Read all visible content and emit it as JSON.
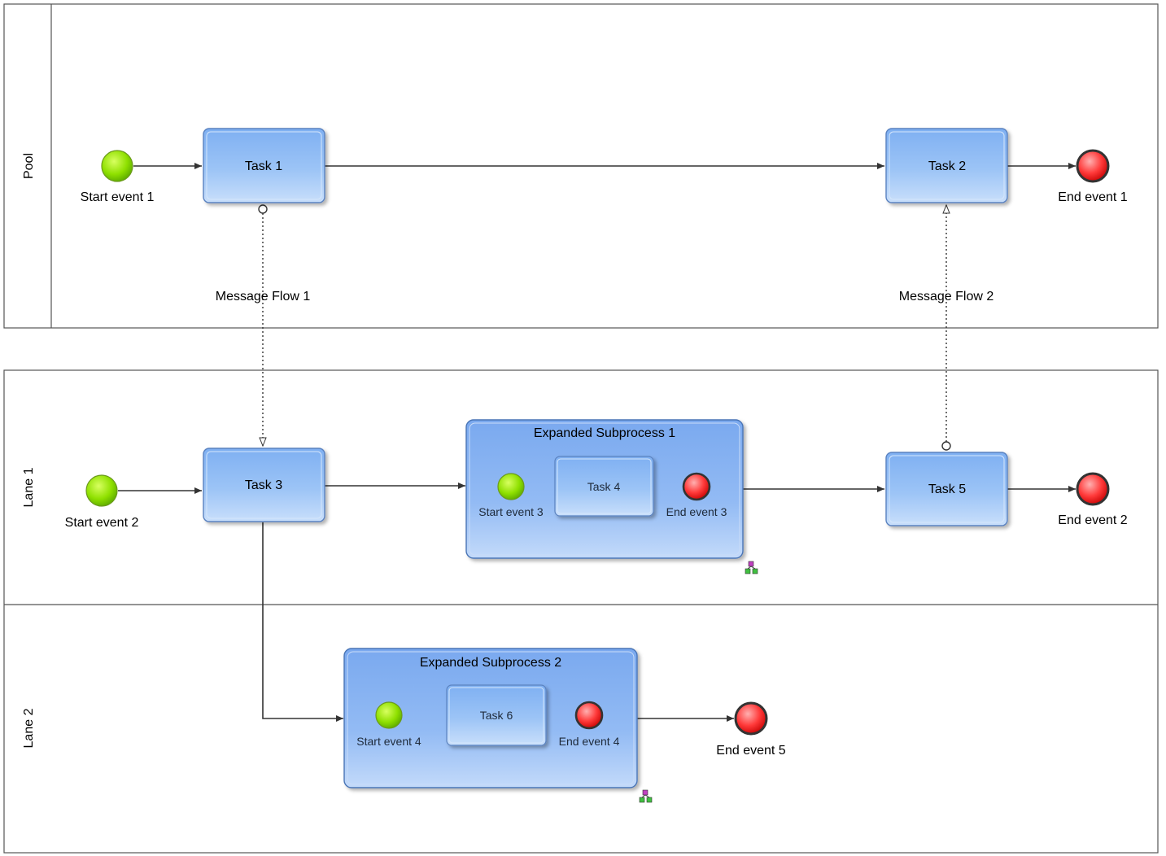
{
  "pool": {
    "label": "Pool"
  },
  "lanes": [
    {
      "label": "Lane 1"
    },
    {
      "label": "Lane 2"
    }
  ],
  "tasks": {
    "task1": "Task 1",
    "task2": "Task 2",
    "task3": "Task 3",
    "task4": "Task 4",
    "task5": "Task 5",
    "task6": "Task 6"
  },
  "subprocesses": {
    "sub1": "Expanded Subprocess 1",
    "sub2": "Expanded Subprocess 2"
  },
  "events": {
    "start1": "Start event 1",
    "start2": "Start event 2",
    "start3": "Start event 3",
    "start4": "Start event 4",
    "end1": "End event 1",
    "end2": "End event 2",
    "end3": "End event 3",
    "end4": "End event 4",
    "end5": "End event 5"
  },
  "message_flows": {
    "mf1": "Message Flow 1",
    "mf2": "Message Flow 2"
  },
  "colors": {
    "start_event": "#8fe000",
    "end_event": "#ff3a3a",
    "task_fill": "#9cc4f6",
    "subprocess_fill": "#8fb8f4"
  }
}
